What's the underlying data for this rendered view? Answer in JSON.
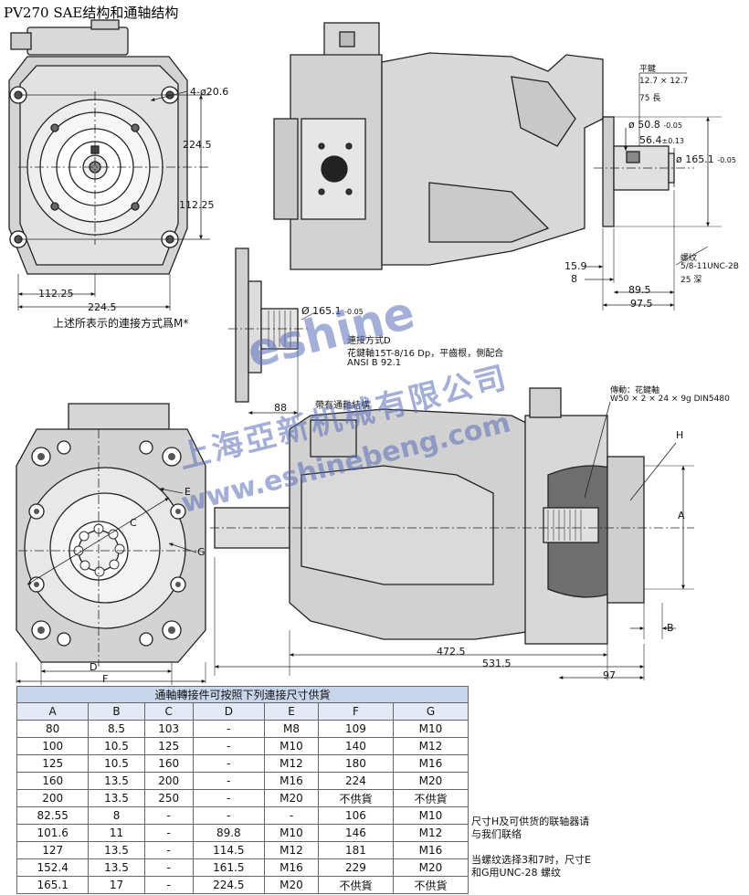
{
  "title": "PV270  SAE结构和通轴结构",
  "top_view": {
    "holes": "4-ø20.6",
    "dim_v1": "224.5",
    "dim_v2": "112.25",
    "dim_h1": "112.25",
    "dim_h2": "224.5",
    "caption": "上述所表示的連接方式爲M*"
  },
  "side_view": {
    "key_title": "平鍵",
    "key_size": "12.7 × 12.7",
    "key_length": "75  長",
    "shaft_dia1": "ø 50.8",
    "shaft_tol1": "-0.05",
    "shaft_dia2": "56.4",
    "shaft_tol2": "±0.13",
    "flange_dia": "ø 165.1",
    "flange_tol": "-0.05",
    "thread_title": "螺纹",
    "thread_spec": "5/8-11UNC-2B",
    "thread_depth": "25 深",
    "dim_a": "15.9",
    "dim_b": "8",
    "dim_c": "89.5",
    "dim_d": "97.5"
  },
  "spline_view": {
    "dia": "Ø 165.1",
    "tol": "-0.05",
    "method": "連接方式D",
    "spec": "花鍵軸15T-8/16 Dp，平齒根，側配合",
    "standard": "ANSI B 92.1",
    "length": "88"
  },
  "through_view": {
    "label": "帶有通軸結構",
    "drive_title": "傳動：花鍵軸",
    "drive_spec": "W50 × 2 × 24 × 9g DIN5480",
    "H": "H",
    "A": "A",
    "B": "B",
    "C": "C",
    "D": "D",
    "E": "E",
    "F": "F",
    "G": "G",
    "len1": "472.5",
    "len2": "531.5",
    "len3": "97"
  },
  "watermark": {
    "brand": "eshine",
    "company": "上海亞新机械有限公司",
    "url": "www.eshinebeng.com"
  },
  "table": {
    "caption": "通軸轉接件可按照下列連接尺寸供貨",
    "headers": [
      "A",
      "B",
      "C",
      "D",
      "E",
      "F",
      "G"
    ],
    "rows": [
      [
        "80",
        "8.5",
        "103",
        "-",
        "M8",
        "109",
        "M10"
      ],
      [
        "100",
        "10.5",
        "125",
        "-",
        "M10",
        "140",
        "M12"
      ],
      [
        "125",
        "10.5",
        "160",
        "-",
        "M12",
        "180",
        "M16"
      ],
      [
        "160",
        "13.5",
        "200",
        "-",
        "M16",
        "224",
        "M20"
      ],
      [
        "200",
        "13.5",
        "250",
        "-",
        "M20",
        "不供貨",
        "不供貨"
      ],
      [
        "82.55",
        "8",
        "-",
        "-",
        "-",
        "106",
        "M10"
      ],
      [
        "101.6",
        "11",
        "-",
        "89.8",
        "M10",
        "146",
        "M12"
      ],
      [
        "127",
        "13.5",
        "-",
        "114.5",
        "M12",
        "181",
        "M16"
      ],
      [
        "152.4",
        "13.5",
        "-",
        "161.5",
        "M16",
        "229",
        "M20"
      ],
      [
        "165.1",
        "17",
        "-",
        "224.5",
        "M20",
        "不供貨",
        "不供貨"
      ]
    ]
  },
  "notes": {
    "note1": "尺寸H及可供货的联轴器请与我们联络",
    "note2": "当螺纹选择3和7时，尺寸E和G用UNC-28 螺纹"
  }
}
